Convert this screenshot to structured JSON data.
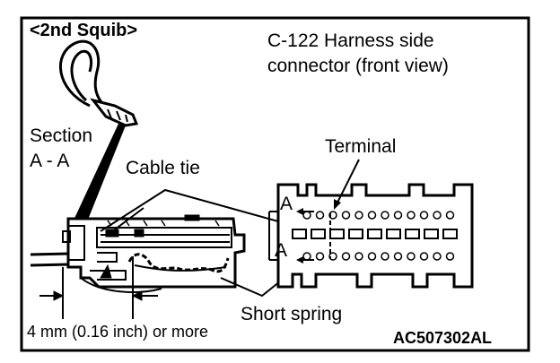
{
  "labels": {
    "title": "<2nd Squib>",
    "connector_line1": "C-122 Harness side",
    "connector_line2": "connector (front view)",
    "section_line1": "Section",
    "section_line2": "A - A",
    "terminal": "Terminal",
    "cable_tie": "Cable tie",
    "marker_a_top": "A",
    "marker_a_bottom": "A",
    "short_spring": "Short spring",
    "dimension": "4 mm (0.16 inch) or more",
    "code": "AC507302AL"
  }
}
